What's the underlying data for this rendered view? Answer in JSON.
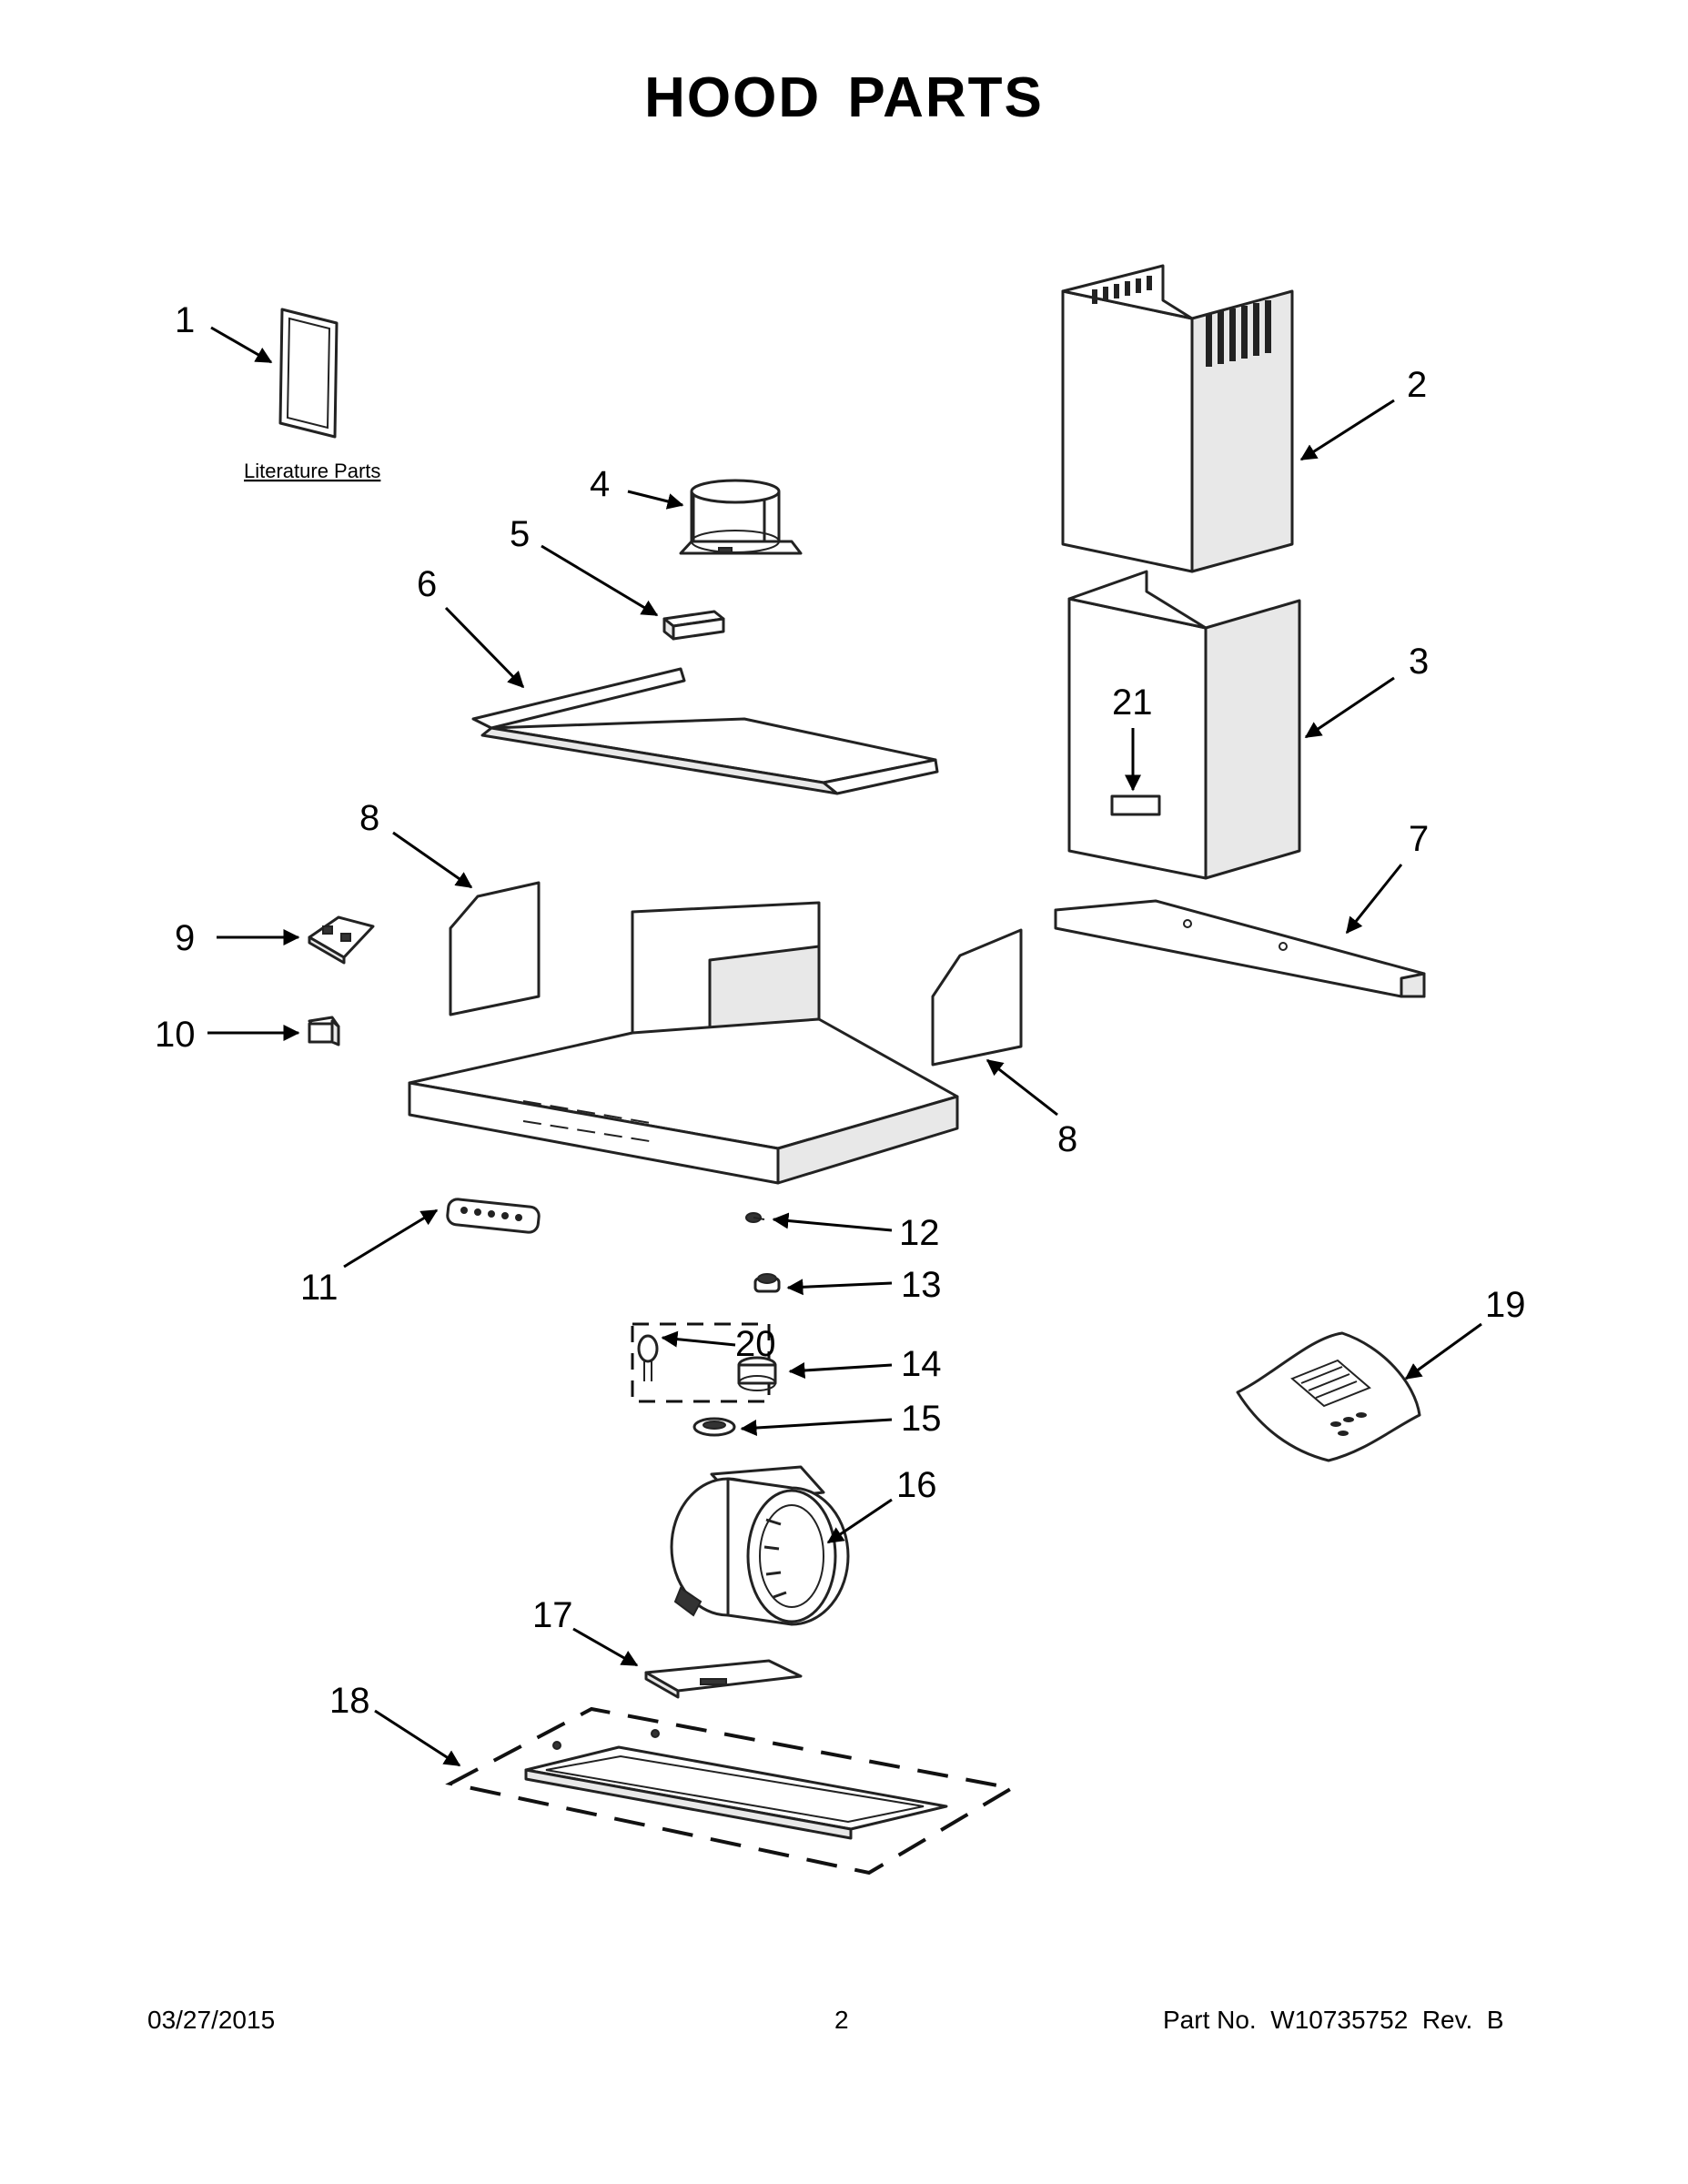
{
  "title": "HOOD PARTS",
  "literature_label": "Literature Parts",
  "callouts": {
    "c1": "1",
    "c2": "2",
    "c3": "3",
    "c4": "4",
    "c5": "5",
    "c6": "6",
    "c7": "7",
    "c8a": "8",
    "c8b": "8",
    "c9": "9",
    "c10": "10",
    "c11": "11",
    "c12": "12",
    "c13": "13",
    "c14": "14",
    "c15": "15",
    "c16": "16",
    "c17": "17",
    "c18": "18",
    "c19": "19",
    "c20": "20",
    "c21": "21"
  },
  "footer": {
    "date": "03/27/2015",
    "page": "2",
    "part_no": "Part No.  W10735752  Rev.  B"
  }
}
